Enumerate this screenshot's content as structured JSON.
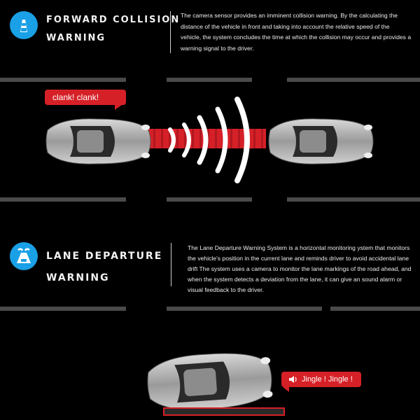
{
  "sections": {
    "forward": {
      "icon": "forward-collision-icon",
      "title_line1": "Forward Collision",
      "title_line2": "Warning",
      "description": "The camera sensor provides an imminent collision warning. By the calculating the distance of the vehicle in front and taking into account the relative speed of the vehicle, the system concludes the time at which the collision may occur and provides a warning signal to the driver.",
      "bubble_text": "clank! clank!"
    },
    "lane": {
      "icon": "lane-departure-icon",
      "title_line1": "Lane Departure",
      "title_line2": "Warning",
      "description": "The Lane Departure Warning System is a horizontal monitoring ystem that monitors the vehicle's position in the current lane and reminds driver to avoid accidental lane drift The system uses a camera to monitor the lane markings of the road ahead, and when the system detects a deviation from the lane, it can give an sound alarm or visual feedback to the driver.",
      "bubble_text": "Jingle ! Jingle !",
      "bubble_icon": "speaker-icon"
    }
  },
  "colors": {
    "accent_blue": "#1aa0e6",
    "alert_red": "#d62027",
    "lane_gray": "#4a4a4a",
    "background": "#000000"
  }
}
